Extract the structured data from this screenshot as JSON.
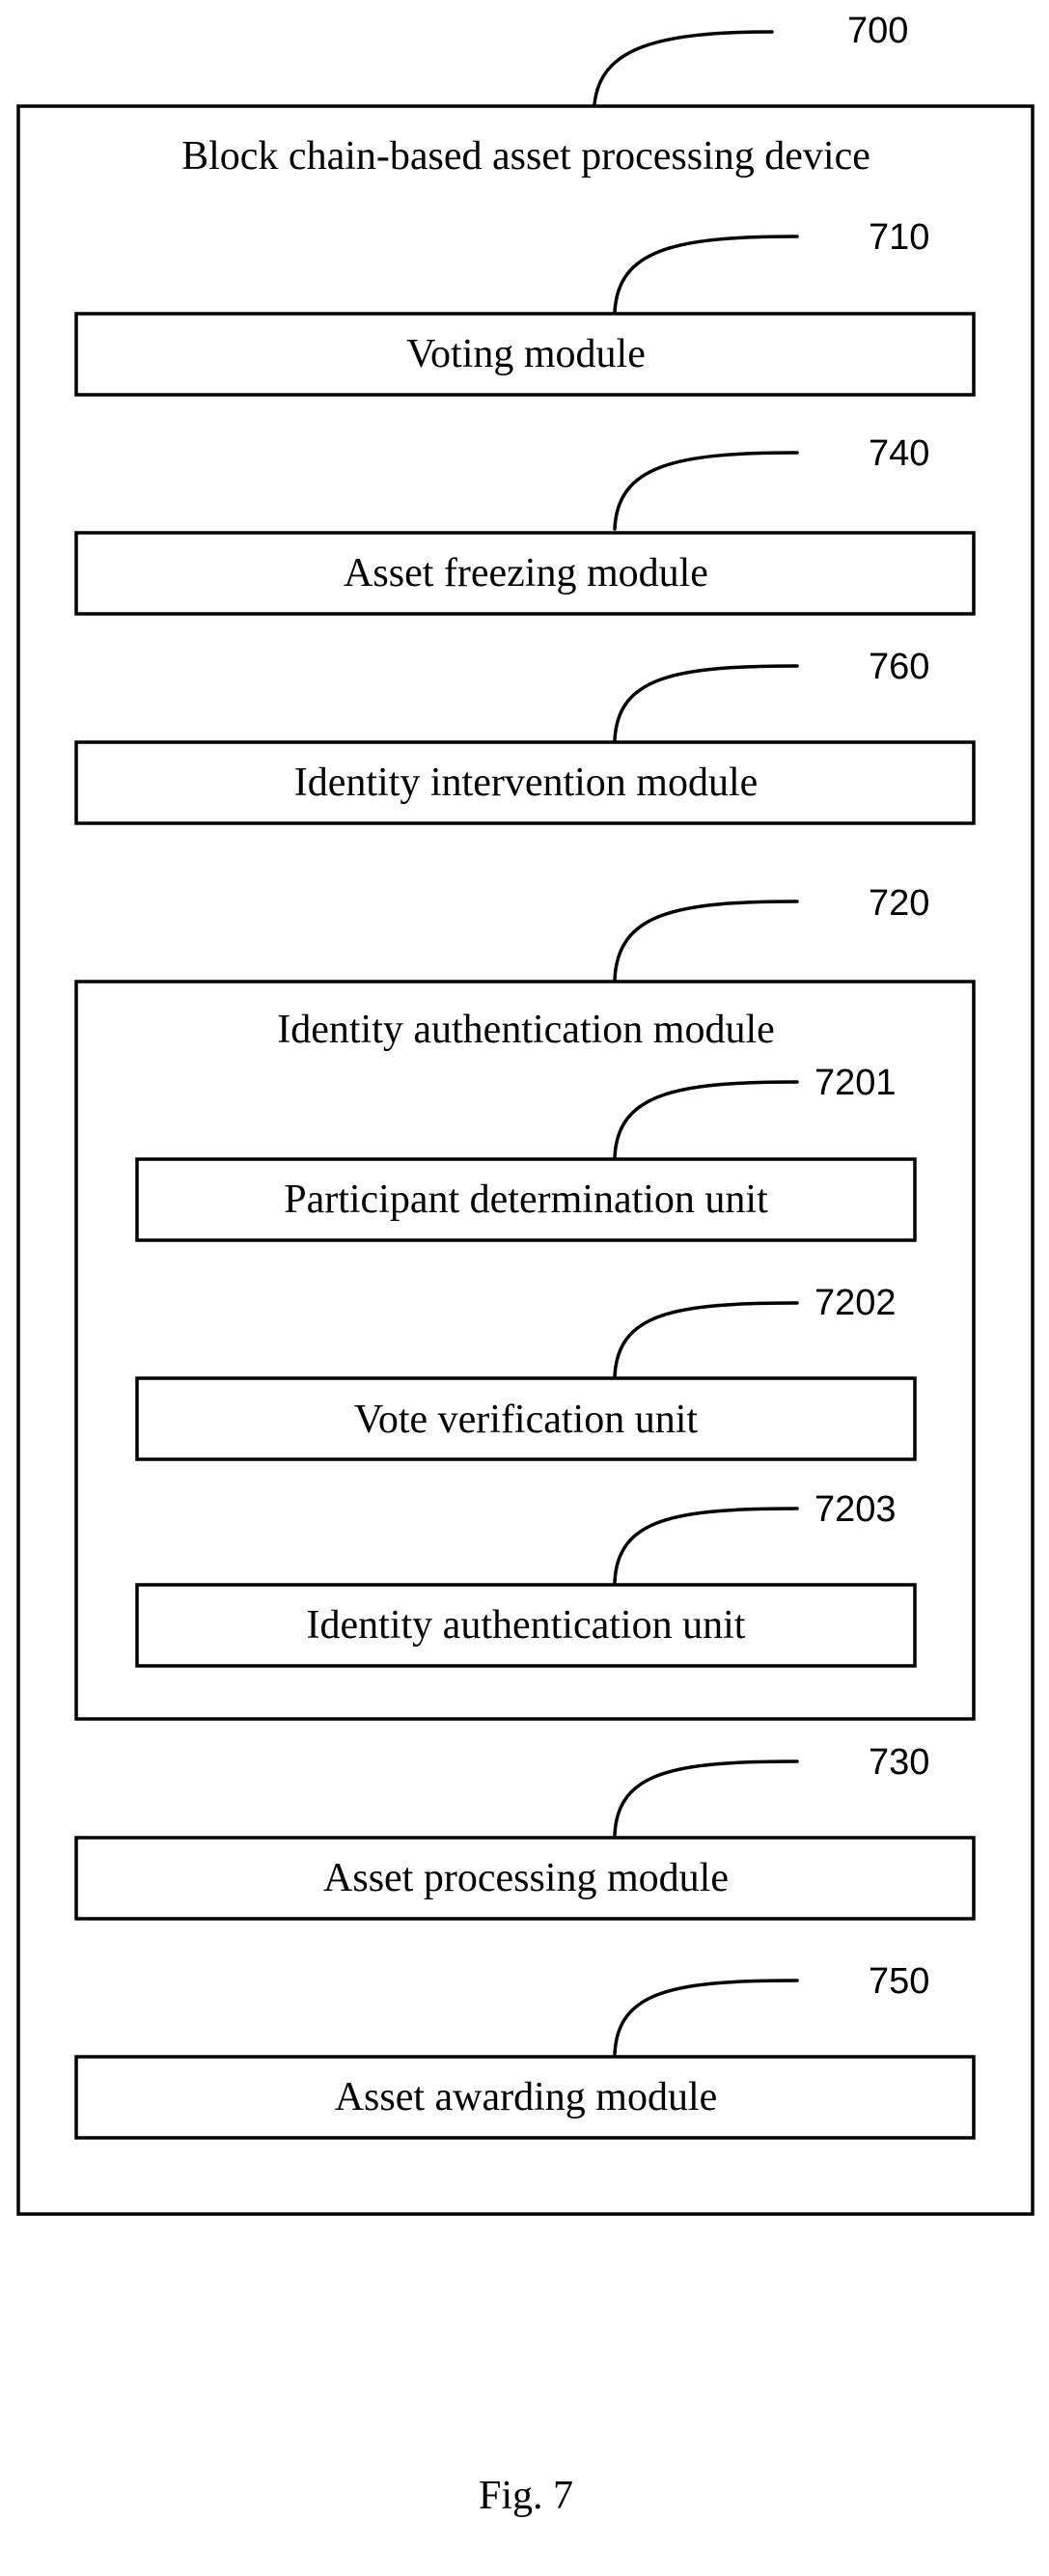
{
  "device": {
    "ref": "700",
    "title": "Block chain-based asset processing device"
  },
  "modules": {
    "voting": {
      "ref": "710",
      "label": "Voting module"
    },
    "asset_freezing": {
      "ref": "740",
      "label": "Asset freezing module"
    },
    "identity_intervention": {
      "ref": "760",
      "label": "Identity intervention module"
    },
    "identity_authentication": {
      "ref": "720",
      "label": "Identity authentication module",
      "units": {
        "participant_determination": {
          "ref": "7201",
          "label": "Participant determination unit"
        },
        "vote_verification": {
          "ref": "7202",
          "label": "Vote verification unit"
        },
        "identity_authentication": {
          "ref": "7203",
          "label": "Identity authentication unit"
        }
      }
    },
    "asset_processing": {
      "ref": "730",
      "label": "Asset processing module"
    },
    "asset_awarding": {
      "ref": "750",
      "label": "Asset awarding module"
    }
  },
  "caption": "Fig. 7"
}
